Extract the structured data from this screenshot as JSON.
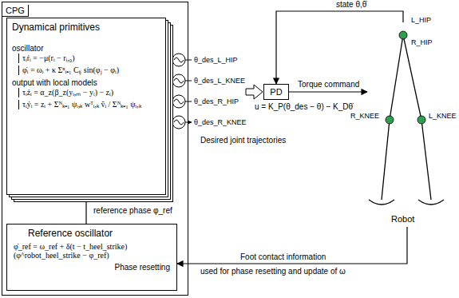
{
  "diagram": {
    "nodes": [
      {
        "text": [
          "CPG"
        ]
      },
      {
        "text": [
          "Dynamical primitives",
          "oscillator",
          "τᵢṙᵢ = −μ(rᵢ − rᵢ,₀)",
          "φ̇ᵢ = ωᵢ + κ Σⁿᵢ₌₁ Cᵢⱼ sin(φⱼ − φᵢ)",
          "output with local models",
          "τᵢżᵢ = α_z(β_z(yᵢ,ₘ − yᵢ) − zᵢ)",
          "τᵢẏᵢ = zᵢ + Σᴺₖ₌₁ ψᵢ,ₖ wᵀᵢ,ₖ ṽᵢ / Σᴺₖ₌₁ ψᵢ,ₖ"
        ],
        "in": 0
      },
      {
        "text": [
          "Reference oscillator",
          "φ̇_ref = ω_ref + δ(t − t_heel_strike)(φ^robot_heel_strike − φ_ref)",
          "Phase resetting"
        ],
        "in": 0
      },
      {
        "text": [
          "PD"
        ]
      },
      {
        "text": [
          "Robot"
        ]
      }
    ],
    "edges": [
      {
        "from": 2,
        "to": 1,
        "label": "reference phase φ_ref",
        "arrow": "to"
      },
      {
        "from": 3,
        "to": 4,
        "label": "Torque command",
        "arrow": "to"
      },
      {
        "from": 4,
        "to": 3,
        "label": "state θ,θ̇",
        "arrow": "to"
      },
      {
        "from": 4,
        "to": 2,
        "label": "Foot contact information",
        "arrow": "to"
      }
    ],
    "labels": [
      "θ_des_L_HIP",
      "θ_des_L_KNEE",
      "θ_des_R_HIP",
      "θ_des_R_KNEE",
      "Desired joint trajectories",
      "u = K_P(θ_des − θ) − K_Dθ̇",
      "L_HIP",
      "R_HIP",
      "L_KNEE",
      "R_KNEE",
      "used for phase resetting and update of ω"
    ]
  }
}
